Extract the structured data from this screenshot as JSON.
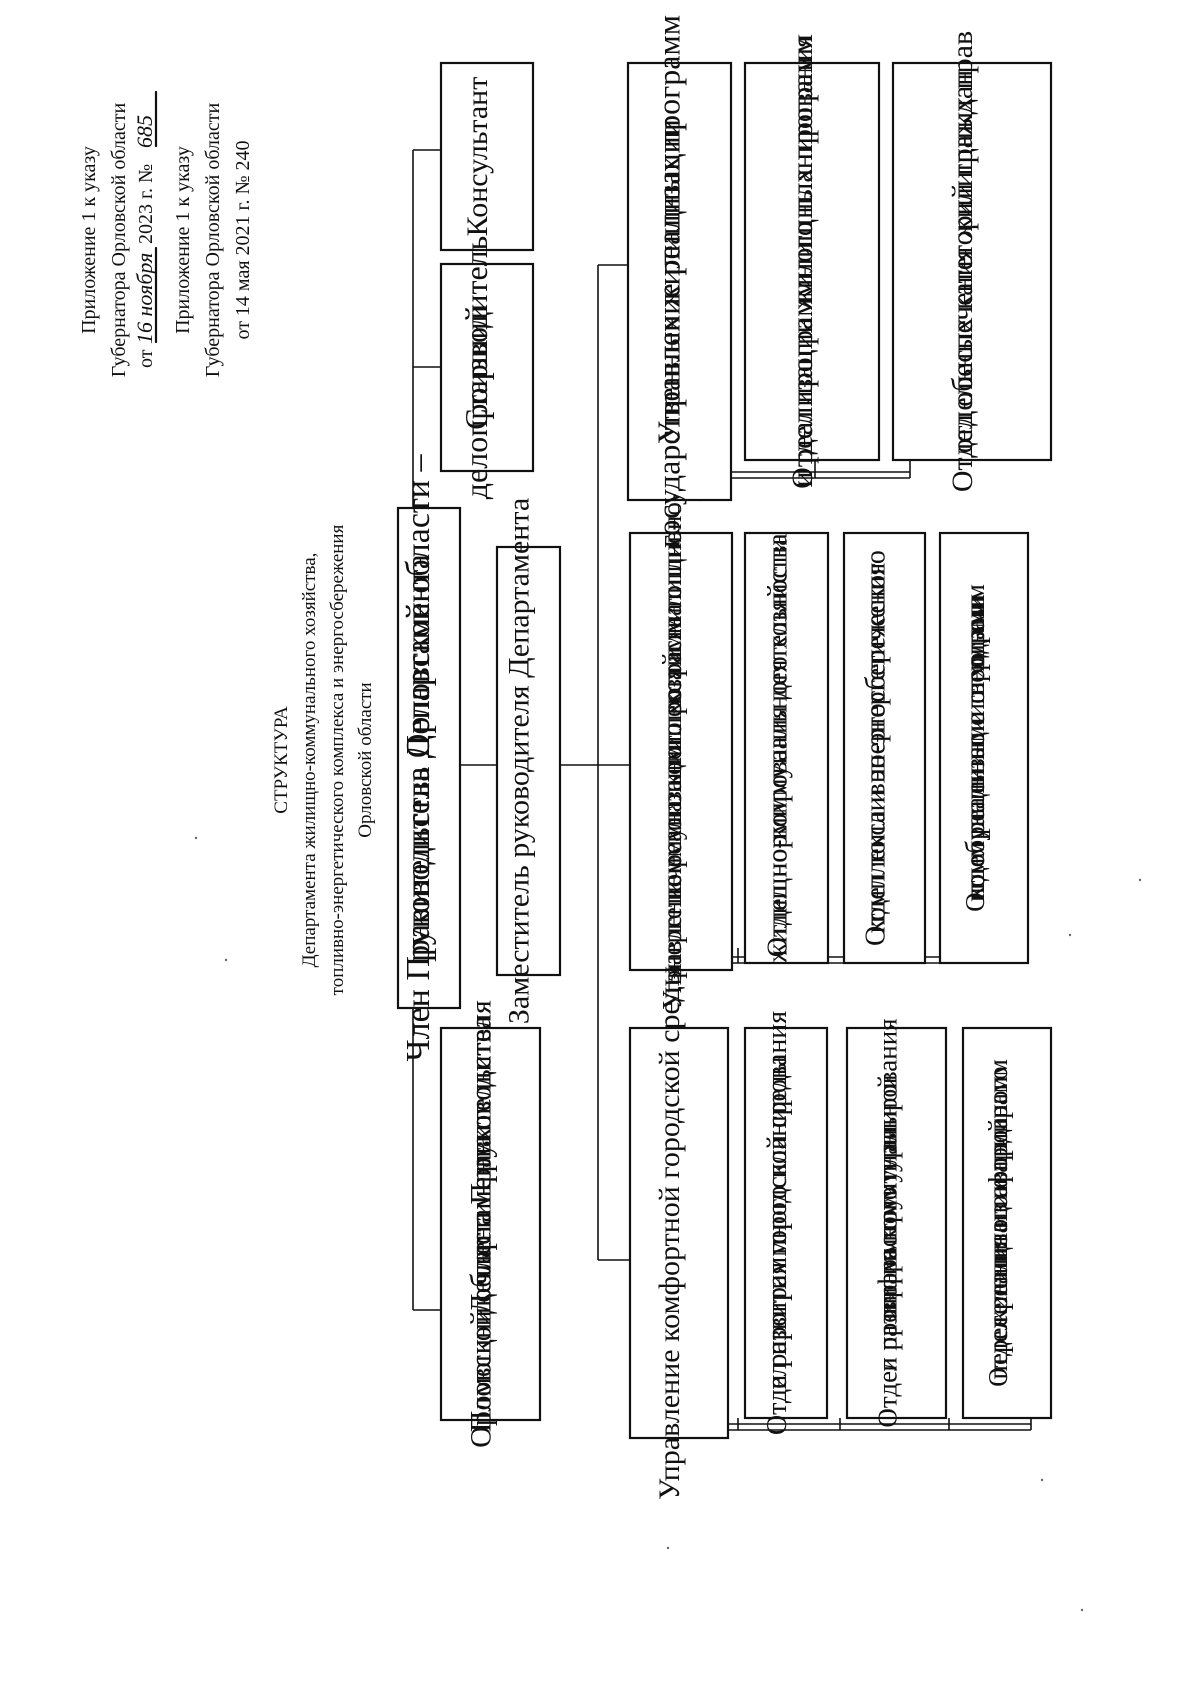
{
  "attachment_current": {
    "line1": "Приложение 1 к указу",
    "line2": "Губернатора Орловской области",
    "line3_prefix": "от",
    "line3_date_handwritten": "16 ноября",
    "line3_middle": "2023 г. №",
    "line3_number_handwritten": "685"
  },
  "attachment_previous": {
    "line1": "Приложение 1 к указу",
    "line2": "Губернатора Орловской области",
    "line3": "от 14 мая 2021 г. № 240"
  },
  "title": {
    "heading": "СТРУКТУРА",
    "line1": "Департамента жилищно-коммунального хозяйства,",
    "line2": "топливно-энергетического комплекса и энергосбережения",
    "line3": "Орловской области"
  },
  "boxes": {
    "head": [
      "Член Правительства Орловской области –",
      "руководитель Департамента"
    ],
    "deputy": [
      "Заместитель руководителя Департамента"
    ],
    "assistant": [
      "Помощник члена Правительства",
      "Орловской области – руководителя",
      "Департамента"
    ],
    "senior_clerk": [
      "Старший",
      "делопроизводитель"
    ],
    "consultant": [
      "Консультант"
    ],
    "mgmt_urban": [
      "Управление комфортной городской среды"
    ],
    "dept_urban_planning": [
      "Отдел программного планирования",
      "и развития городской среды"
    ],
    "dept_infrastructure": [
      "Отдел программного планирования",
      "и развития коммунальной",
      "инфраструктуры"
    ],
    "dept_resettlement": [
      "Отдел реализации программ",
      "переселения из аварийного",
      "жилищного фонда"
    ],
    "mgmt_fuel_housing": [
      "Управление реализации программ топливно-",
      "энергетического комплекса и жилищно-",
      "коммунального хозяйства"
    ],
    "dept_normalization": [
      "Отдел нормирования деятельности",
      "жилищно-коммунального хозяйства"
    ],
    "dept_fuel_energy": [
      "Отдел топливно-энергетического",
      "комплекса и энергосбережения"
    ],
    "dept_waste": [
      "Отдел реализации программ",
      "по обращению с твердыми",
      "коммунальными отходами"
    ],
    "mgmt_state_housing": [
      "Управление реализации",
      "государственных жилищных программ"
    ],
    "dept_housing_planning": [
      "Отдел программного планирования",
      "и реализации жилищных программ"
    ],
    "dept_housing_rights": [
      "Отдел обеспечения жилищных прав",
      "отдельных категорий граждан"
    ]
  }
}
